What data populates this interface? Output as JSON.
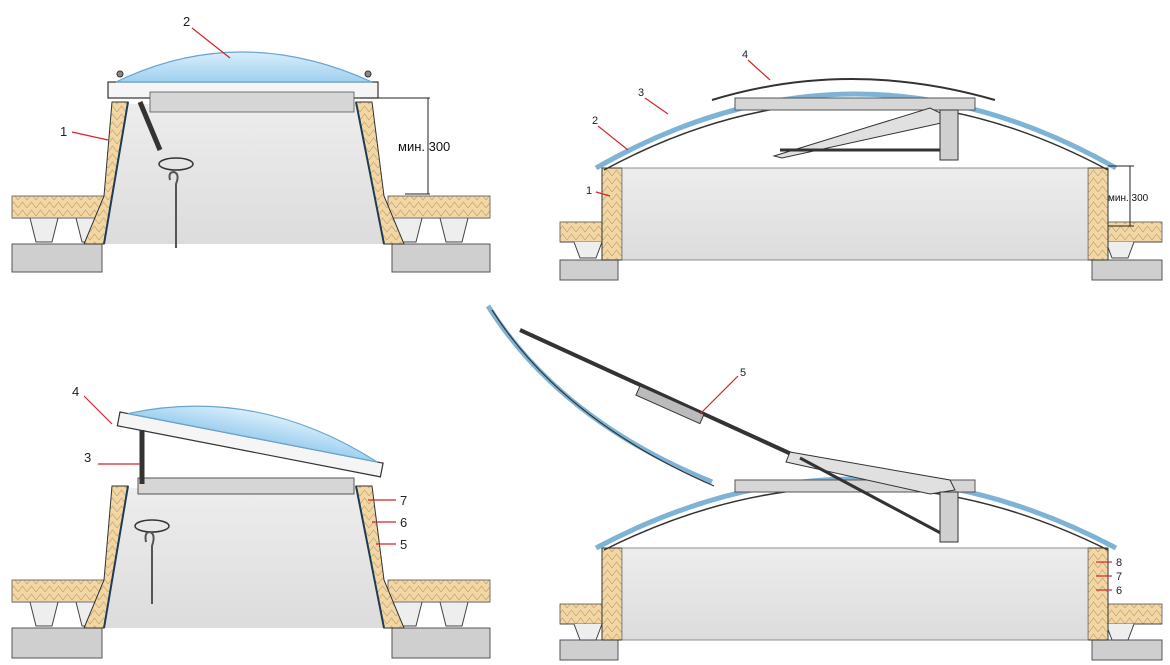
{
  "panels": {
    "top_left": {
      "labels": [
        "1",
        "2"
      ],
      "dimension": "мин. 300"
    },
    "top_right": {
      "labels": [
        "1",
        "2",
        "3",
        "4"
      ],
      "dimension": "мин. 300"
    },
    "bottom_left": {
      "labels": [
        "3",
        "4",
        "5",
        "6",
        "7"
      ]
    },
    "bottom_right": {
      "labels": [
        "5",
        "6",
        "7",
        "8"
      ]
    }
  },
  "colors": {
    "insulation": "#f2d7a6",
    "dome": "#b9dcf2",
    "curb": "#e4e4e4",
    "leader": "#d8232a",
    "deck": "#cfcfcf"
  }
}
